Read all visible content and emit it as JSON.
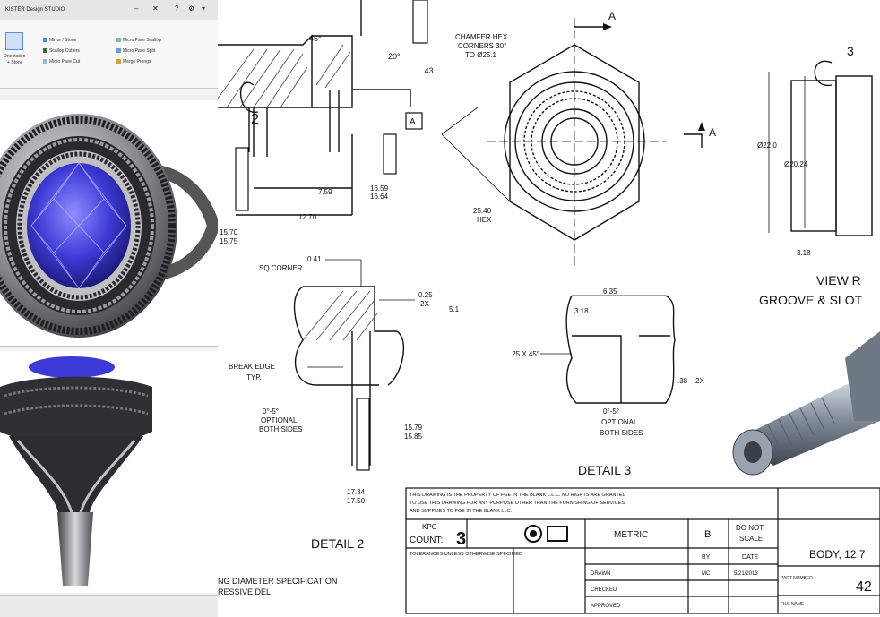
{
  "cad": {
    "title": "KISTER Design STUDIO",
    "ribbon": {
      "left_label_1": "Orientation",
      "left_label_2": "+ Stone",
      "items": [
        "Mirror / Stone",
        "Scallop Cutters",
        "Micro Pave Cut",
        "Micro Pave Scallop",
        "Micro Pave Split",
        "Merge Prongs"
      ]
    },
    "colors": {
      "stone": "#3c3ad6",
      "metal": "#8a8a90",
      "prong_stone": "#2a2a2e",
      "ui_bg": "#f3f3f3"
    }
  },
  "drawing": {
    "top_left": {
      "angle": "45°",
      "ang2": "20°",
      "dim_43": ".43",
      "label_2": "2",
      "datum_a": "A",
      "d_759": "7.59",
      "d_1270": "12.70",
      "d_1659a": "16.59",
      "d_1659b": "16.64",
      "d_1570a": "15.70",
      "d_1570b": "15.75"
    },
    "hex": {
      "note_l1": "CHAMFER HEX",
      "note_l2": "CORNERS 30°",
      "note_l3": "TO Ø25.1",
      "section_a": "A",
      "d_2540a": "25.40",
      "d_2540b": "HEX"
    },
    "view_r": {
      "label_3": "3",
      "d_2210": "Ø22.0",
      "d_2024": "Ø20.24",
      "d_318": "3.18",
      "title1": "VIEW R",
      "title2": "GROOVE & SLOT"
    },
    "detail2": {
      "d_041": "0.41",
      "sq_corner": "SQ.CORNER",
      "d_025": "0.25",
      "two_x": "2X",
      "d_51": "5.1",
      "break_edge": "BREAK EDGE",
      "typ": "TYP.",
      "opt1": "0°-5°",
      "opt2": "OPTIONAL",
      "opt3": "BOTH SIDES",
      "d_1579a": "15.79",
      "d_1579b": "15.85",
      "d_1734a": "17.34",
      "d_1734b": "17.50",
      "title": "DETAIL 2"
    },
    "detail3": {
      "d_635": "6.35",
      "d_318": "3.18",
      "chamfer": ".25 X 45°",
      "d_r": ".38",
      "two_x": "2X",
      "opt1": "0°-5°",
      "opt2": "OPTIONAL",
      "opt3": "BOTH SIDES",
      "title": "DETAIL 3"
    },
    "bottom_left": {
      "line1": "NG DIAMETER SPECIFICATION",
      "line2": "RESSIVE DEL"
    },
    "titleblock": {
      "prop_l1": "THIS DRAWING IS THE PROPERTY OF FGE IN THE BLANK L.L.C. NO RIGHTS ARE GRANTED",
      "prop_l2": "TO USE THIS DRAWING FOR ANY PURPOSE OTHER THAN THE FURNISHING OF SERVICES",
      "prop_l3": "AND SUPPLIES TO FGE IN THE BLANK LLC.",
      "kpc_label": "KPC",
      "count_label": "COUNT:",
      "count_value": "3",
      "units": "METRIC",
      "size": "B",
      "no_scale_1": "DO NOT",
      "no_scale_2": "SCALE",
      "by": "BY",
      "date": "DATE",
      "drawn": "DRAWN",
      "checked": "CHECKED",
      "approved": "APPROVED",
      "drawn_by": "MC",
      "drawn_date": "5/21/2013",
      "tolerances": "TOLERANCES UNLESS OTHERWISE SPECIFIED",
      "title_value": "BODY, 12.7",
      "part_number": "42",
      "sheet_label": "PART NUMBER",
      "file_label": "FILE NAME"
    }
  }
}
